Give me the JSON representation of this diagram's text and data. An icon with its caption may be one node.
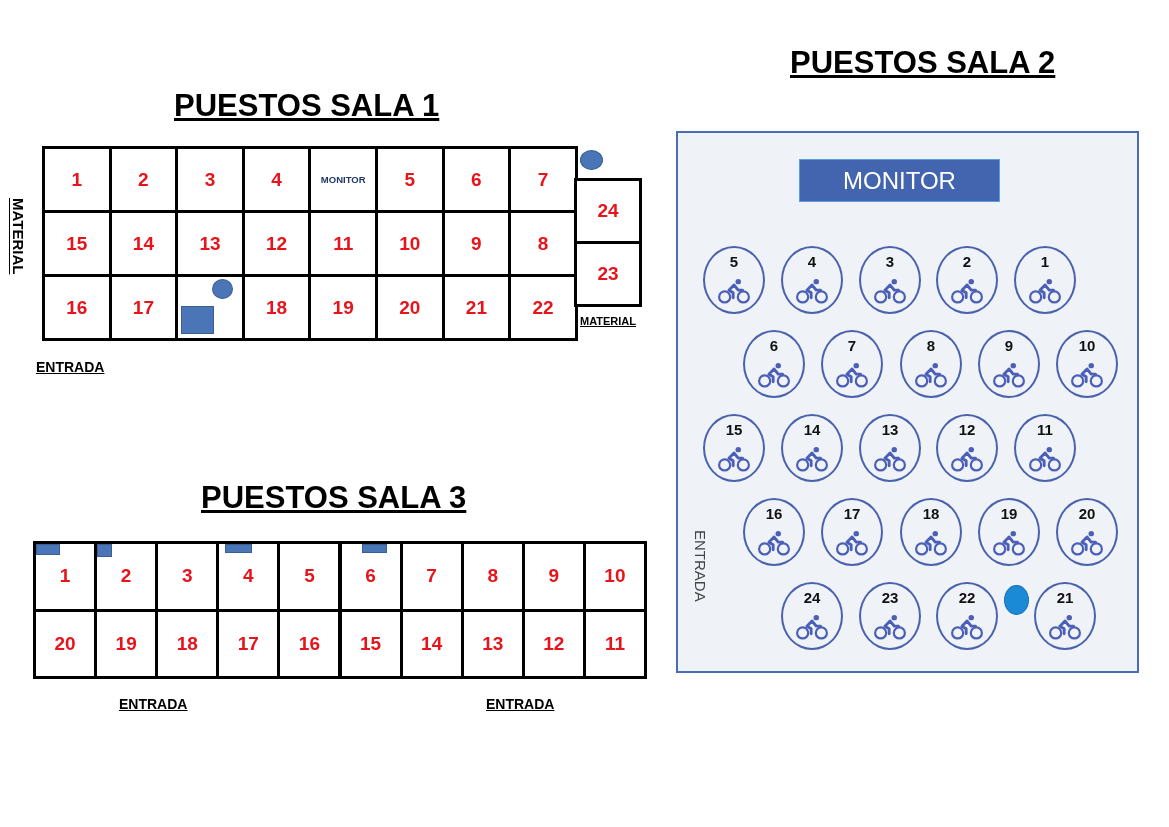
{
  "diagram": {
    "nodes": [
      {
        "text": [
          "PUESTOS SALA 1"
        ]
      },
      {
        "text": [
          "1"
        ],
        "in": 0
      },
      {
        "text": [
          "2"
        ],
        "in": 0
      },
      {
        "text": [
          "3"
        ],
        "in": 0
      },
      {
        "text": [
          "4"
        ],
        "in": 0
      },
      {
        "text": [
          "MONITOR"
        ],
        "in": 0
      },
      {
        "text": [
          "5"
        ],
        "in": 0
      },
      {
        "text": [
          "6"
        ],
        "in": 0
      },
      {
        "text": [
          "7"
        ],
        "in": 0
      },
      {
        "text": [
          "15"
        ],
        "in": 0
      },
      {
        "text": [
          "14"
        ],
        "in": 0
      },
      {
        "text": [
          "13"
        ],
        "in": 0
      },
      {
        "text": [
          "12"
        ],
        "in": 0
      },
      {
        "text": [
          "11"
        ],
        "in": 0
      },
      {
        "text": [
          "10"
        ],
        "in": 0
      },
      {
        "text": [
          "9"
        ],
        "in": 0
      },
      {
        "text": [
          "8"
        ],
        "in": 0
      },
      {
        "text": [
          "16"
        ],
        "in": 0
      },
      {
        "text": [
          "17"
        ],
        "in": 0
      },
      {
        "text": [],
        "shape": "box",
        "in": 0
      },
      {
        "text": [
          "18"
        ],
        "in": 0
      },
      {
        "text": [
          "19"
        ],
        "in": 0
      },
      {
        "text": [
          "20"
        ],
        "in": 0
      },
      {
        "text": [
          "21"
        ],
        "in": 0
      },
      {
        "text": [
          "22"
        ],
        "in": 0
      },
      {
        "text": [
          "24"
        ],
        "in": 0
      },
      {
        "text": [
          "23"
        ],
        "in": 0
      },
      {
        "text": [
          "PUESTOS SALA 2"
        ]
      },
      {
        "text": [
          "MONITOR"
        ],
        "in": 27
      },
      {
        "text": [
          "5"
        ],
        "in": 27
      },
      {
        "text": [
          "4"
        ],
        "in": 27
      },
      {
        "text": [
          "3"
        ],
        "in": 27
      },
      {
        "text": [
          "2"
        ],
        "in": 27
      },
      {
        "text": [
          "1"
        ],
        "in": 27
      },
      {
        "text": [
          "6"
        ],
        "in": 27
      },
      {
        "text": [
          "7"
        ],
        "in": 27
      },
      {
        "text": [
          "8"
        ],
        "in": 27
      },
      {
        "text": [
          "9"
        ],
        "in": 27
      },
      {
        "text": [
          "10"
        ],
        "in": 27
      },
      {
        "text": [
          "15"
        ],
        "in": 27
      },
      {
        "text": [
          "14"
        ],
        "in": 27
      },
      {
        "text": [
          "13"
        ],
        "in": 27
      },
      {
        "text": [
          "12"
        ],
        "in": 27
      },
      {
        "text": [
          "11"
        ],
        "in": 27
      },
      {
        "text": [
          "16"
        ],
        "in": 27
      },
      {
        "text": [
          "17"
        ],
        "in": 27
      },
      {
        "text": [
          "18"
        ],
        "in": 27
      },
      {
        "text": [
          "19"
        ],
        "in": 27
      },
      {
        "text": [
          "20"
        ],
        "in": 27
      },
      {
        "text": [
          "24"
        ],
        "in": 27
      },
      {
        "text": [
          "23"
        ],
        "in": 27
      },
      {
        "text": [
          "22"
        ],
        "in": 27
      },
      {
        "text": [
          "21"
        ],
        "in": 27
      },
      {
        "text": [
          "PUESTOS SALA 3"
        ]
      },
      {
        "text": [
          "1"
        ],
        "in": 53
      },
      {
        "text": [
          "2"
        ],
        "in": 53
      },
      {
        "text": [
          "3"
        ],
        "in": 53
      },
      {
        "text": [
          "4"
        ],
        "in": 53
      },
      {
        "text": [
          "5"
        ],
        "in": 53
      },
      {
        "text": [
          "6"
        ],
        "in": 53
      },
      {
        "text": [
          "7"
        ],
        "in": 53
      },
      {
        "text": [
          "8"
        ],
        "in": 53
      },
      {
        "text": [
          "9"
        ],
        "in": 53
      },
      {
        "text": [
          "10"
        ],
        "in": 53
      },
      {
        "text": [
          "20"
        ],
        "in": 53
      },
      {
        "text": [
          "19"
        ],
        "in": 53
      },
      {
        "text": [
          "18"
        ],
        "in": 53
      },
      {
        "text": [
          "17"
        ],
        "in": 53
      },
      {
        "text": [
          "16"
        ],
        "in": 53
      },
      {
        "text": [
          "15"
        ],
        "in": 53
      },
      {
        "text": [
          "14"
        ],
        "in": 53
      },
      {
        "text": [
          "13"
        ],
        "in": 53
      },
      {
        "text": [
          "12"
        ],
        "in": 53
      },
      {
        "text": [
          "11"
        ],
        "in": 53
      }
    ],
    "labels": [
      "MATERIAL",
      "MATERIAL",
      "ENTRADA",
      "ENTRADA",
      "ENTRADA",
      "ENTRADA"
    ]
  }
}
